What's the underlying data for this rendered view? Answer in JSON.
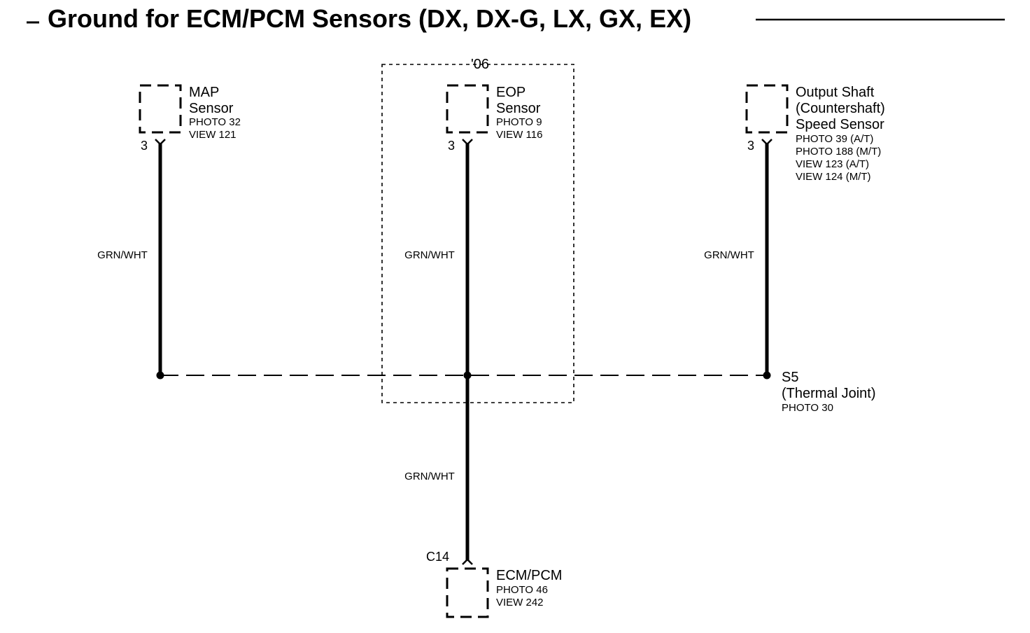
{
  "title": "Ground for ECM/PCM Sensors (DX, DX-G, LX, GX, EX)",
  "year_box": {
    "label": "'06"
  },
  "components": {
    "map_sensor": {
      "name_lines": [
        "MAP",
        "Sensor"
      ],
      "ref_lines": [
        "PHOTO 32",
        "VIEW 121"
      ],
      "pin": "3"
    },
    "eop_sensor": {
      "name_lines": [
        "EOP",
        "Sensor"
      ],
      "ref_lines": [
        "PHOTO 9",
        "VIEW 116"
      ],
      "pin": "3"
    },
    "output_shaft_sensor": {
      "name_lines": [
        "Output Shaft",
        "(Countershaft)",
        "Speed Sensor"
      ],
      "ref_lines": [
        "PHOTO 39 (A/T)",
        "PHOTO 188 (M/T)",
        "VIEW 123 (A/T)",
        "VIEW 124 (M/T)"
      ],
      "pin": "3"
    },
    "ecm_pcm": {
      "name_lines": [
        "ECM/PCM"
      ],
      "ref_lines": [
        "PHOTO 46",
        "VIEW 242"
      ],
      "pin": "C14"
    }
  },
  "wires": {
    "map_wire": "GRN/WHT",
    "eop_wire": "GRN/WHT",
    "output_wire": "GRN/WHT",
    "ecm_wire": "GRN/WHT"
  },
  "splice": {
    "name": "S5",
    "desc": "(Thermal Joint)",
    "ref": "PHOTO 30"
  }
}
